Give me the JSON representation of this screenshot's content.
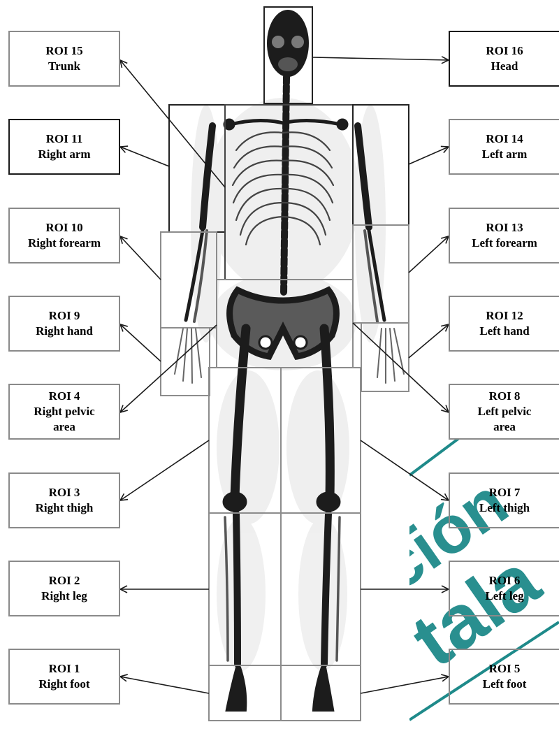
{
  "labels": {
    "roi15": {
      "id": "ROI 15",
      "region": "Trunk"
    },
    "roi16": {
      "id": "ROI 16",
      "region": "Head"
    },
    "roi11": {
      "id": "ROI 11",
      "region": "Right arm"
    },
    "roi14": {
      "id": "ROI 14",
      "region": "Left arm"
    },
    "roi10": {
      "id": "ROI 10",
      "region": "Right forearm"
    },
    "roi13": {
      "id": "ROI 13",
      "region": "Left forearm"
    },
    "roi9": {
      "id": "ROI 9",
      "region": "Right hand"
    },
    "roi12": {
      "id": "ROI 12",
      "region": "Left hand"
    },
    "roi4": {
      "id": "ROI 4",
      "region_line1": "Right pelvic",
      "region_line2": "area"
    },
    "roi8": {
      "id": "ROI 8",
      "region_line1": "Left pelvic",
      "region_line2": "area"
    },
    "roi3": {
      "id": "ROI 3",
      "region": "Right thigh"
    },
    "roi7": {
      "id": "ROI 7",
      "region": "Left thigh"
    },
    "roi2": {
      "id": "ROI 2",
      "region": "Right leg"
    },
    "roi6": {
      "id": "ROI 6",
      "region": "Left leg"
    },
    "roi1": {
      "id": "ROI 1",
      "region": "Right foot"
    },
    "roi5": {
      "id": "ROI 5",
      "region": "Left foot"
    }
  },
  "colors": {
    "label_border": "#8a8a8a",
    "label_border_dark": "#1a1a1a",
    "roi_box_dark": "#222222",
    "roi_box_gray": "#8c8c8c",
    "bone": "#1c1c1c",
    "soft_tissue": "#d9d9d9",
    "watermark_teal": "#1e8a8a"
  },
  "icons": {
    "figure": "bone-scan-skeleton",
    "connector": "arrow-icon",
    "watermark": "watermark-logo"
  }
}
